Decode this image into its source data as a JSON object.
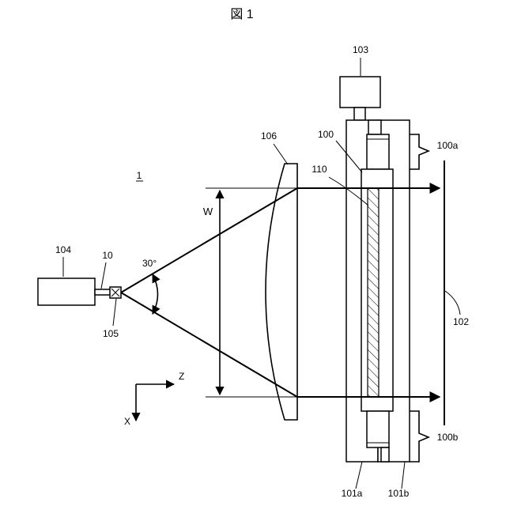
{
  "figure": {
    "title": "図 1",
    "system_label": "1"
  },
  "labels": {
    "plate_a": "100a",
    "plate_b": "100b",
    "element": "100",
    "screen": "102",
    "motor": "103",
    "source": "104",
    "deflector": "105",
    "lens": "106",
    "emitter": "10",
    "strip": "110",
    "rail_a": "101a",
    "rail_b": "101b",
    "width": "W",
    "angle": "30°"
  },
  "axes": {
    "z": "Z",
    "x": "X"
  }
}
